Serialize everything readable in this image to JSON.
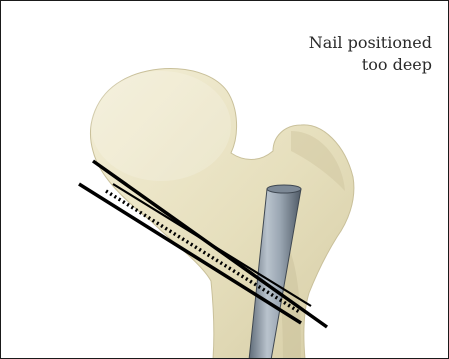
{
  "caption": {
    "line1": "Nail positioned",
    "line2": "too deep"
  },
  "colors": {
    "background": "#ffffff",
    "border": "#1a1a1a",
    "bone": "#ece6c8",
    "bone_shadow": "#cfc7a0",
    "nail": "#8e9aa6",
    "guide_lines": "#000000"
  },
  "icons": {
    "bone": "femur-proximal-illustration",
    "nail": "intramedullary-nail",
    "lines": "lag-screw-trajectory-lines"
  }
}
